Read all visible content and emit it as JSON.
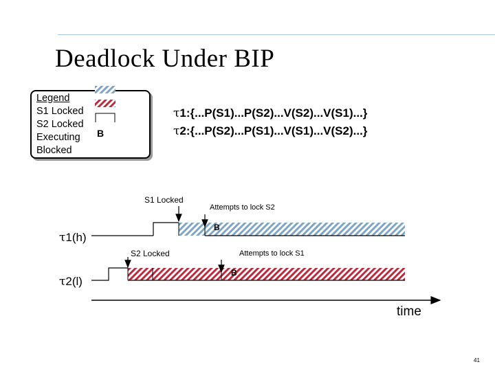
{
  "title": "Deadlock Under  BIP",
  "legend": {
    "heading": "Legend",
    "items": [
      {
        "label": "S1 Locked",
        "key": "s1"
      },
      {
        "label": "S2 Locked",
        "key": "s2"
      },
      {
        "label": "Executing",
        "key": "exec"
      },
      {
        "label": "Blocked",
        "key": "blocked",
        "mark": "B"
      }
    ]
  },
  "tasks": {
    "t1": {
      "symbol": "τ",
      "text": "1:{...P(S1)...P(S2)...V(S2)...V(S1)...}"
    },
    "t2": {
      "symbol": "τ",
      "text": "2:{...P(S2)...P(S1)...V(S1)...V(S2)...}"
    }
  },
  "timeline": {
    "t1_label": {
      "symbol": "τ",
      "text": "1(h)"
    },
    "t2_label": {
      "symbol": "τ",
      "text": "2(l)"
    },
    "annotations": {
      "s1_locked": "S1 Locked",
      "attempt_s2": "Attempts to lock S2",
      "s2_locked": "S2 Locked",
      "attempt_s1": "Attempts to lock S1"
    },
    "blocked_mark": "B",
    "axis_label": "time"
  },
  "colors": {
    "s1_hatch": "#7ea6c4",
    "s2_hatch": "#c0283c",
    "line": "#000000"
  },
  "page_number": "41"
}
